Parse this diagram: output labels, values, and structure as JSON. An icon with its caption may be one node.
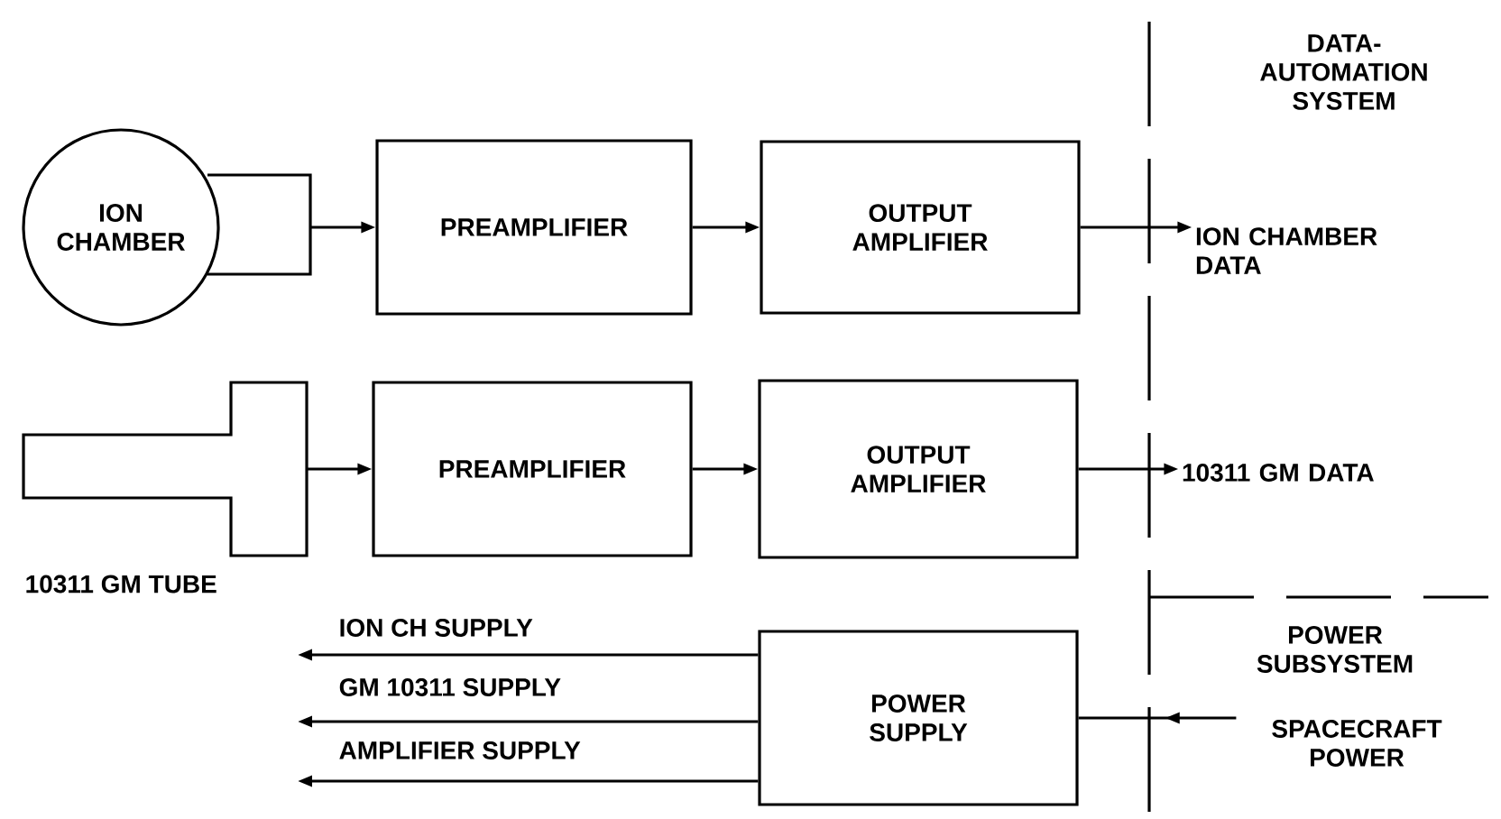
{
  "diagram": {
    "nodes": [
      {
        "text": [
          "ION CHAMBER"
        ]
      },
      {
        "text": [
          "PREAMPLIFIER"
        ]
      },
      {
        "text": [
          "OUTPUT AMPLIFIER"
        ]
      },
      {
        "text": [
          "ION CHAMBER DATA"
        ]
      },
      {
        "text": [],
        "shape": "picture",
        "beside": [
          "10311 GM TUBE"
        ]
      },
      {
        "text": [
          "PREAMPLIFIER"
        ]
      },
      {
        "text": [
          "OUTPUT AMPLIFIER"
        ]
      },
      {
        "text": [
          "10311 GM DATA"
        ]
      },
      {
        "text": [
          "POWER SUPPLY"
        ]
      },
      {
        "text": [
          "SPACECRAFT POWER"
        ]
      }
    ],
    "edges": [
      {
        "from": 0,
        "to": 1,
        "arrow": "to"
      },
      {
        "from": 1,
        "to": 2,
        "arrow": "to"
      },
      {
        "from": 2,
        "to": 3,
        "arrow": "to"
      },
      {
        "from": 4,
        "to": 5,
        "arrow": "to"
      },
      {
        "from": 5,
        "to": 6,
        "arrow": "to"
      },
      {
        "from": 6,
        "to": 7,
        "arrow": "to"
      },
      {
        "from": 8,
        "to": null,
        "arrow": "to",
        "label": "ION CH SUPPLY"
      },
      {
        "from": 8,
        "to": null,
        "arrow": "to",
        "label": "GM 10311 SUPPLY"
      },
      {
        "from": 8,
        "to": null,
        "arrow": "to",
        "label": "AMPLIFIER SUPPLY"
      },
      {
        "from": 9,
        "to": 8,
        "arrow": "to"
      }
    ],
    "labels": [
      "DATA-AUTOMATION SYSTEM",
      "POWER SUBSYSTEM"
    ]
  }
}
